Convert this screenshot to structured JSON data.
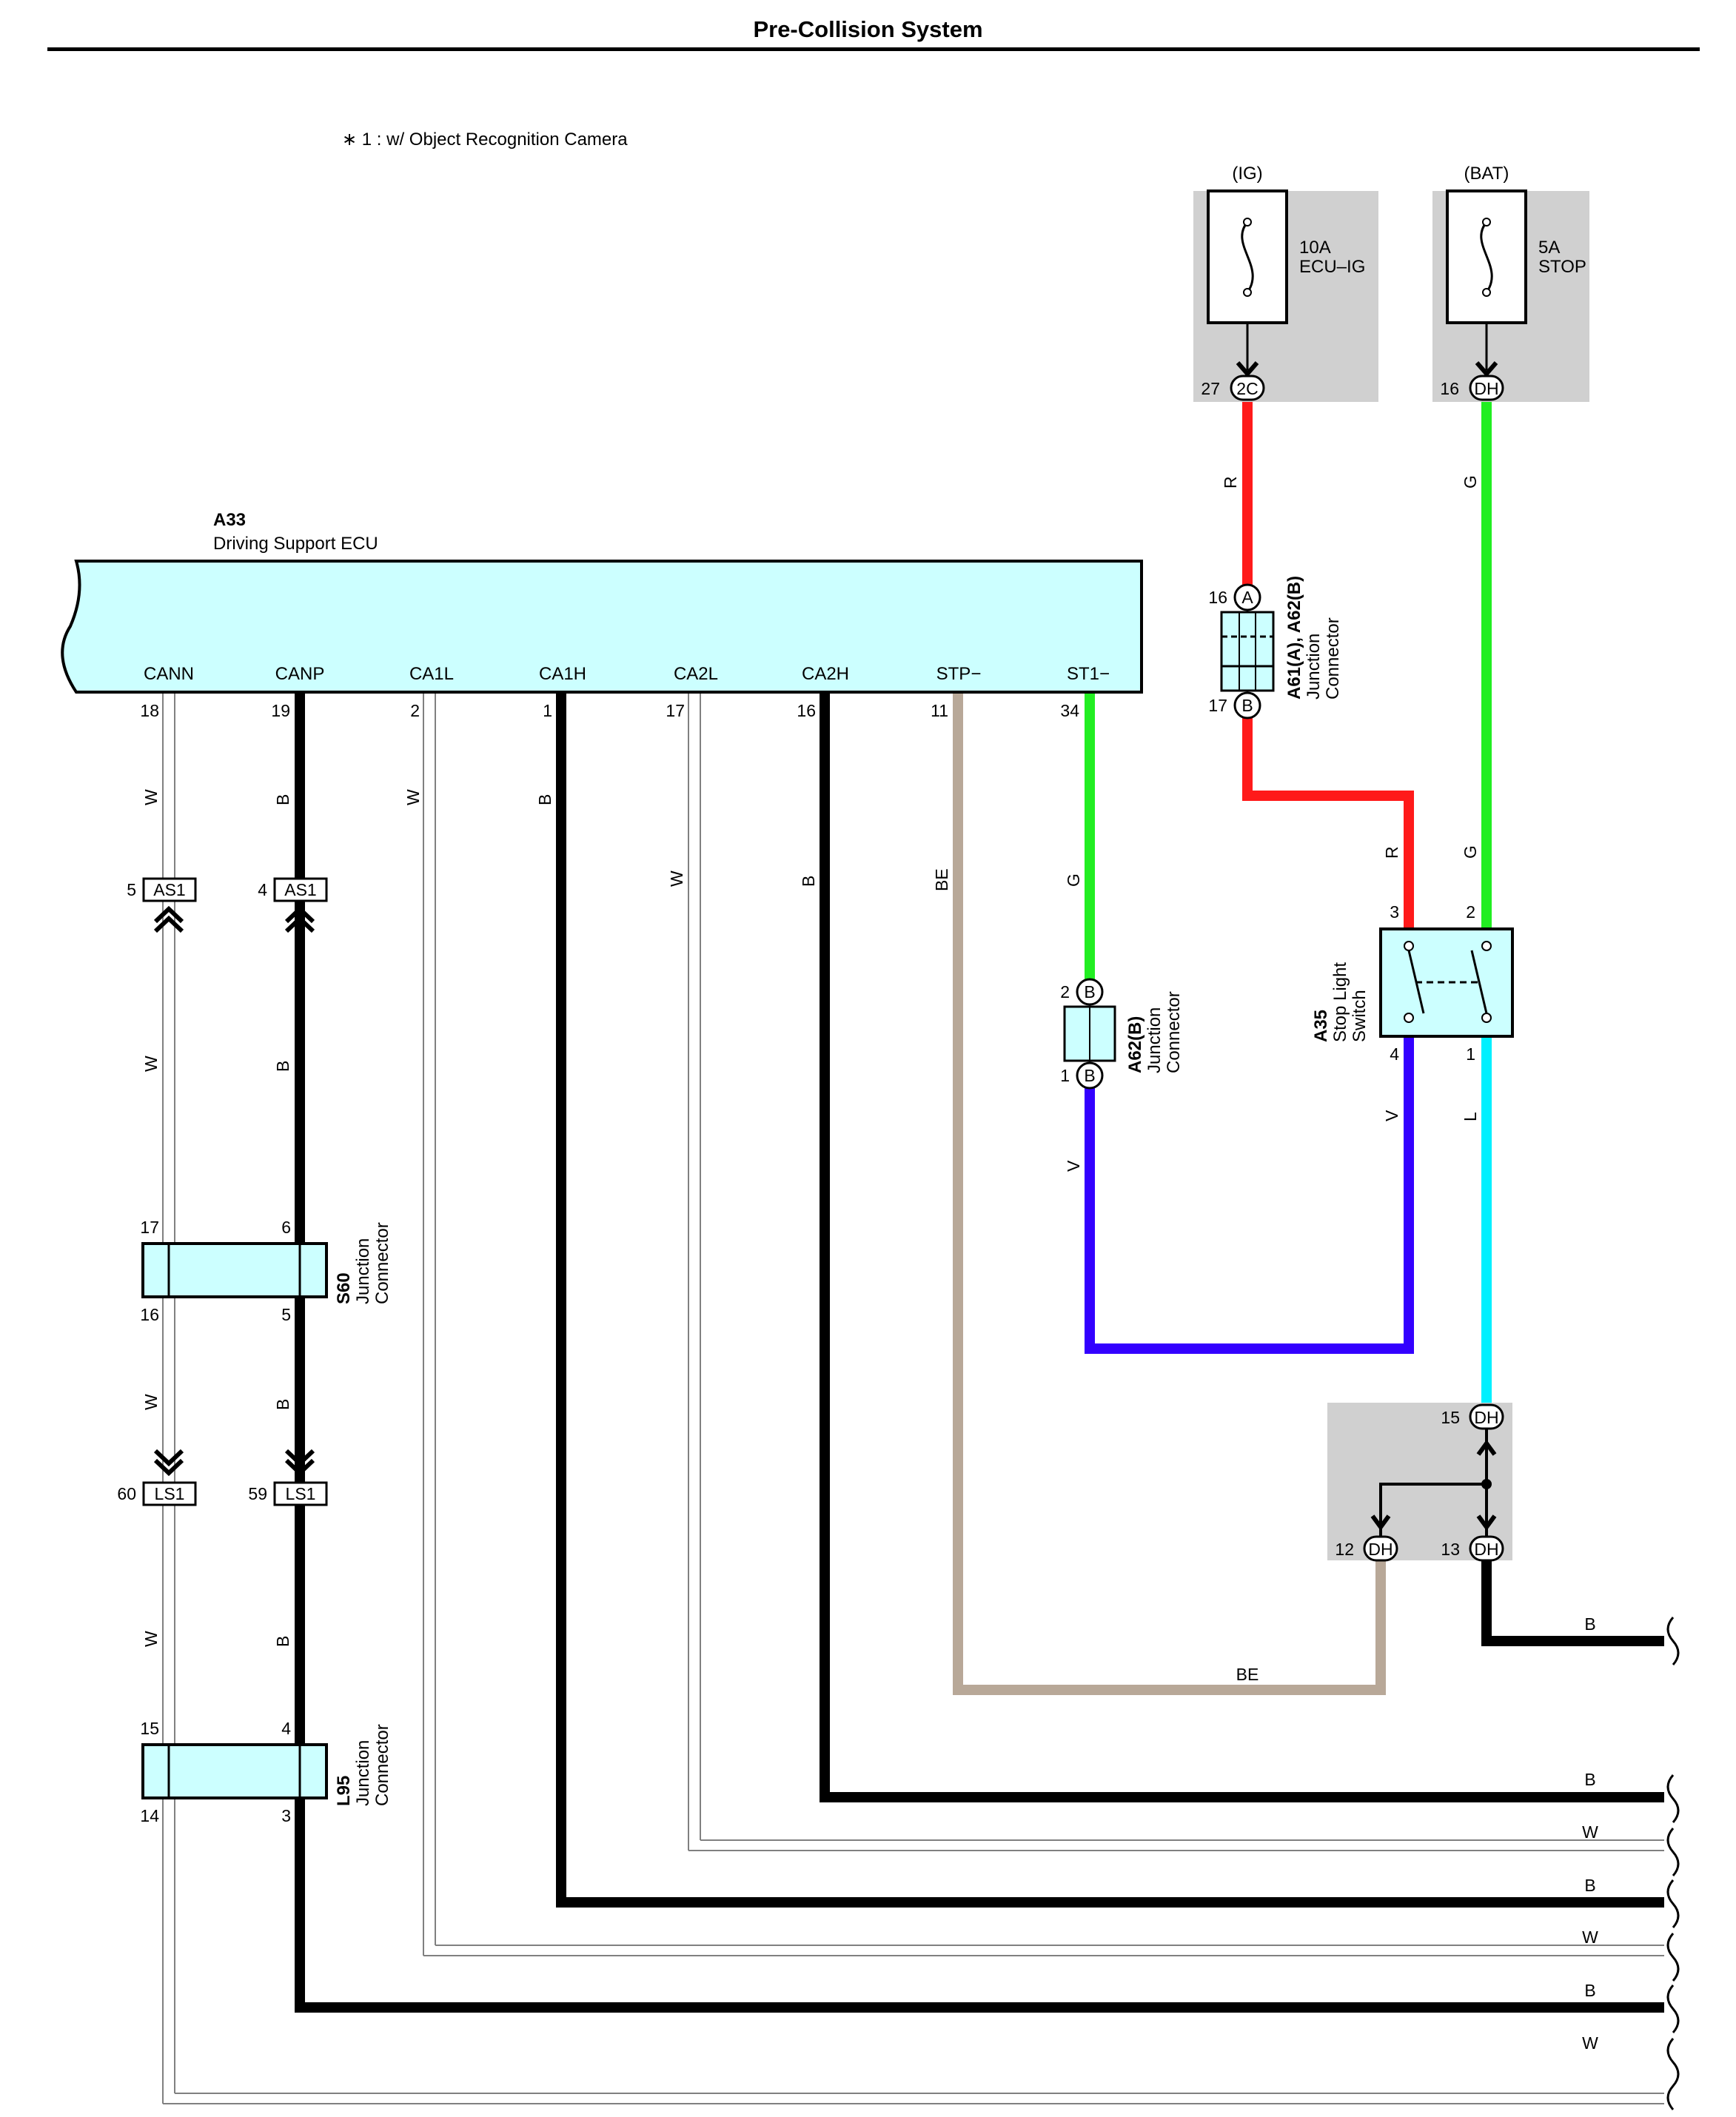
{
  "page": {
    "title": "Pre-Collision System"
  },
  "footnote": "∗ 1 : w/ Object Recognition Camera",
  "ecu": {
    "id": "A33",
    "name": "Driving Support ECU",
    "terminals": [
      {
        "name": "CANN",
        "pin": "18"
      },
      {
        "name": "CANP",
        "pin": "19"
      },
      {
        "name": "CA1L",
        "pin": "2"
      },
      {
        "name": "CA1H",
        "pin": "1"
      },
      {
        "name": "CA2L",
        "pin": "17"
      },
      {
        "name": "CA2H",
        "pin": "16"
      },
      {
        "name": "STP−",
        "pin": "11"
      },
      {
        "name": "ST1−",
        "pin": "34"
      }
    ]
  },
  "fuses": [
    {
      "source": "(IG)",
      "rating": "10A",
      "name": "ECU–IG",
      "pin": "27",
      "connector": "2C"
    },
    {
      "source": "(BAT)",
      "rating": "5A",
      "name": "STOP",
      "pin": "16",
      "connector": "DH"
    }
  ],
  "junction_a61": {
    "id": "A61(A), A62(B)",
    "type_line1": "Junction",
    "type_line2": "Connector",
    "pin_top": "16",
    "conn_top": "A",
    "pin_bottom": "17",
    "conn_bottom": "B"
  },
  "junction_a62": {
    "id": "A62(B)",
    "type_line1": "Junction",
    "type_line2": "Connector",
    "pin_top": "2",
    "conn_top": "B",
    "pin_bottom": "1",
    "conn_bottom": "B"
  },
  "switch_a35": {
    "id": "A35",
    "name_line1": "Stop Light",
    "name_line2": "Switch",
    "pins": [
      "3",
      "2",
      "4",
      "1"
    ]
  },
  "junction_s60": {
    "id": "S60",
    "type_line1": "Junction",
    "type_line2": "Connector",
    "pins": [
      "17",
      "6",
      "16",
      "5"
    ]
  },
  "junction_l95": {
    "id": "L95",
    "type_line1": "Junction",
    "type_line2": "Connector",
    "pins": [
      "15",
      "4",
      "14",
      "3"
    ]
  },
  "inline_connectors": [
    {
      "pin": "5",
      "name": "AS1"
    },
    {
      "pin": "4",
      "name": "AS1"
    },
    {
      "pin": "60",
      "name": "LS1"
    },
    {
      "pin": "59",
      "name": "LS1"
    }
  ],
  "dh_block": {
    "connectors": [
      {
        "pin": "15",
        "name": "DH"
      },
      {
        "pin": "12",
        "name": "DH"
      },
      {
        "pin": "13",
        "name": "DH"
      }
    ]
  },
  "wire_colors": {
    "W": "#ffffff",
    "B": "#000000",
    "R": "#ff1a1a",
    "G": "#22ee22",
    "V": "#3300ff",
    "L": "#00f0ff",
    "BE": "#b8a898"
  },
  "wire_labels": {
    "w18a": "W",
    "w19a": "B",
    "w2": "W",
    "w1": "B",
    "w17": "W",
    "w16": "B",
    "w11": "BE",
    "w34": "G",
    "w18b": "W",
    "w19b": "B",
    "w18c": "W",
    "w19c": "B",
    "w18d": "W",
    "w19d": "B",
    "v_a62": "V",
    "r_top": "R",
    "g_top": "G",
    "r_sw": "R",
    "g_sw": "G",
    "v_sw": "V",
    "l_sw": "L",
    "be_bottom": "BE",
    "b_dh": "B",
    "out1": "B",
    "out2": "W",
    "out3": "B",
    "out4": "W",
    "out5": "B",
    "out6": "W"
  }
}
